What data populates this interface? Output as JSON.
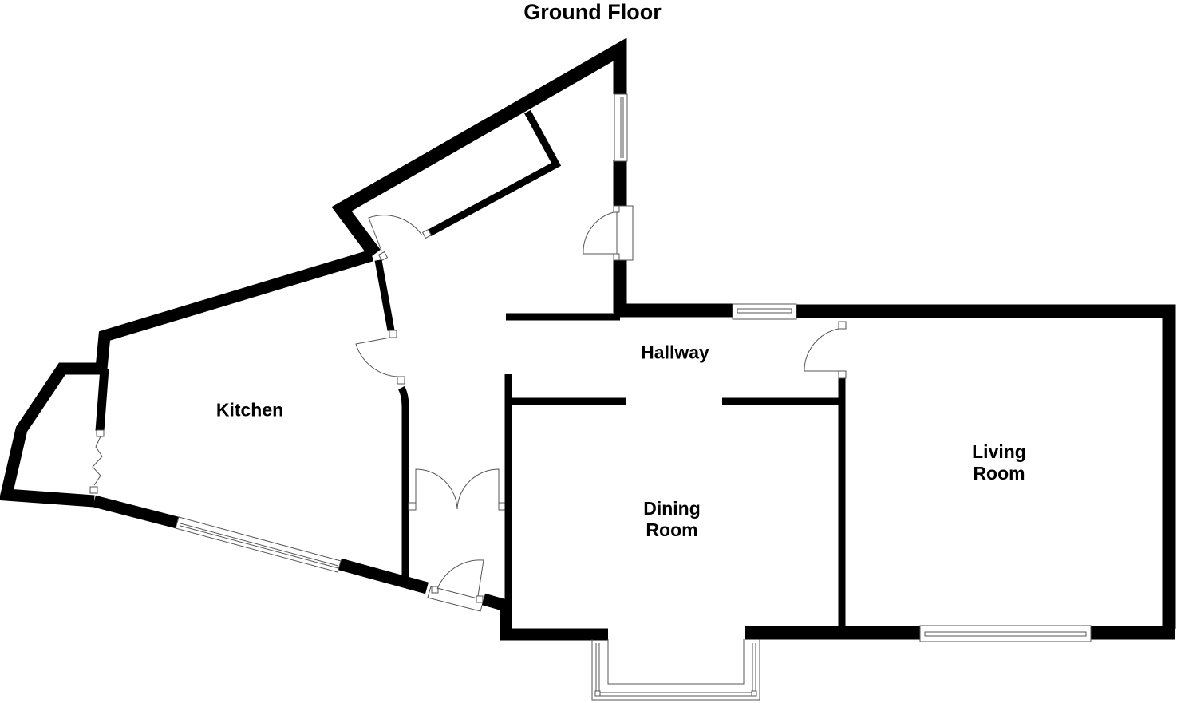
{
  "floor_plan": {
    "title": "Ground Floor",
    "rooms": [
      {
        "name": "Kitchen",
        "label": "Kitchen"
      },
      {
        "name": "Hallway",
        "label": "Hallway"
      },
      {
        "name": "Dining Room",
        "label_line1": "Dining",
        "label_line2": "Room"
      },
      {
        "name": "Living Room",
        "label_line1": "Living",
        "label_line2": "Room"
      }
    ],
    "colors": {
      "wall": "#000000",
      "fixture_line": "#555555",
      "background": "#ffffff"
    }
  }
}
